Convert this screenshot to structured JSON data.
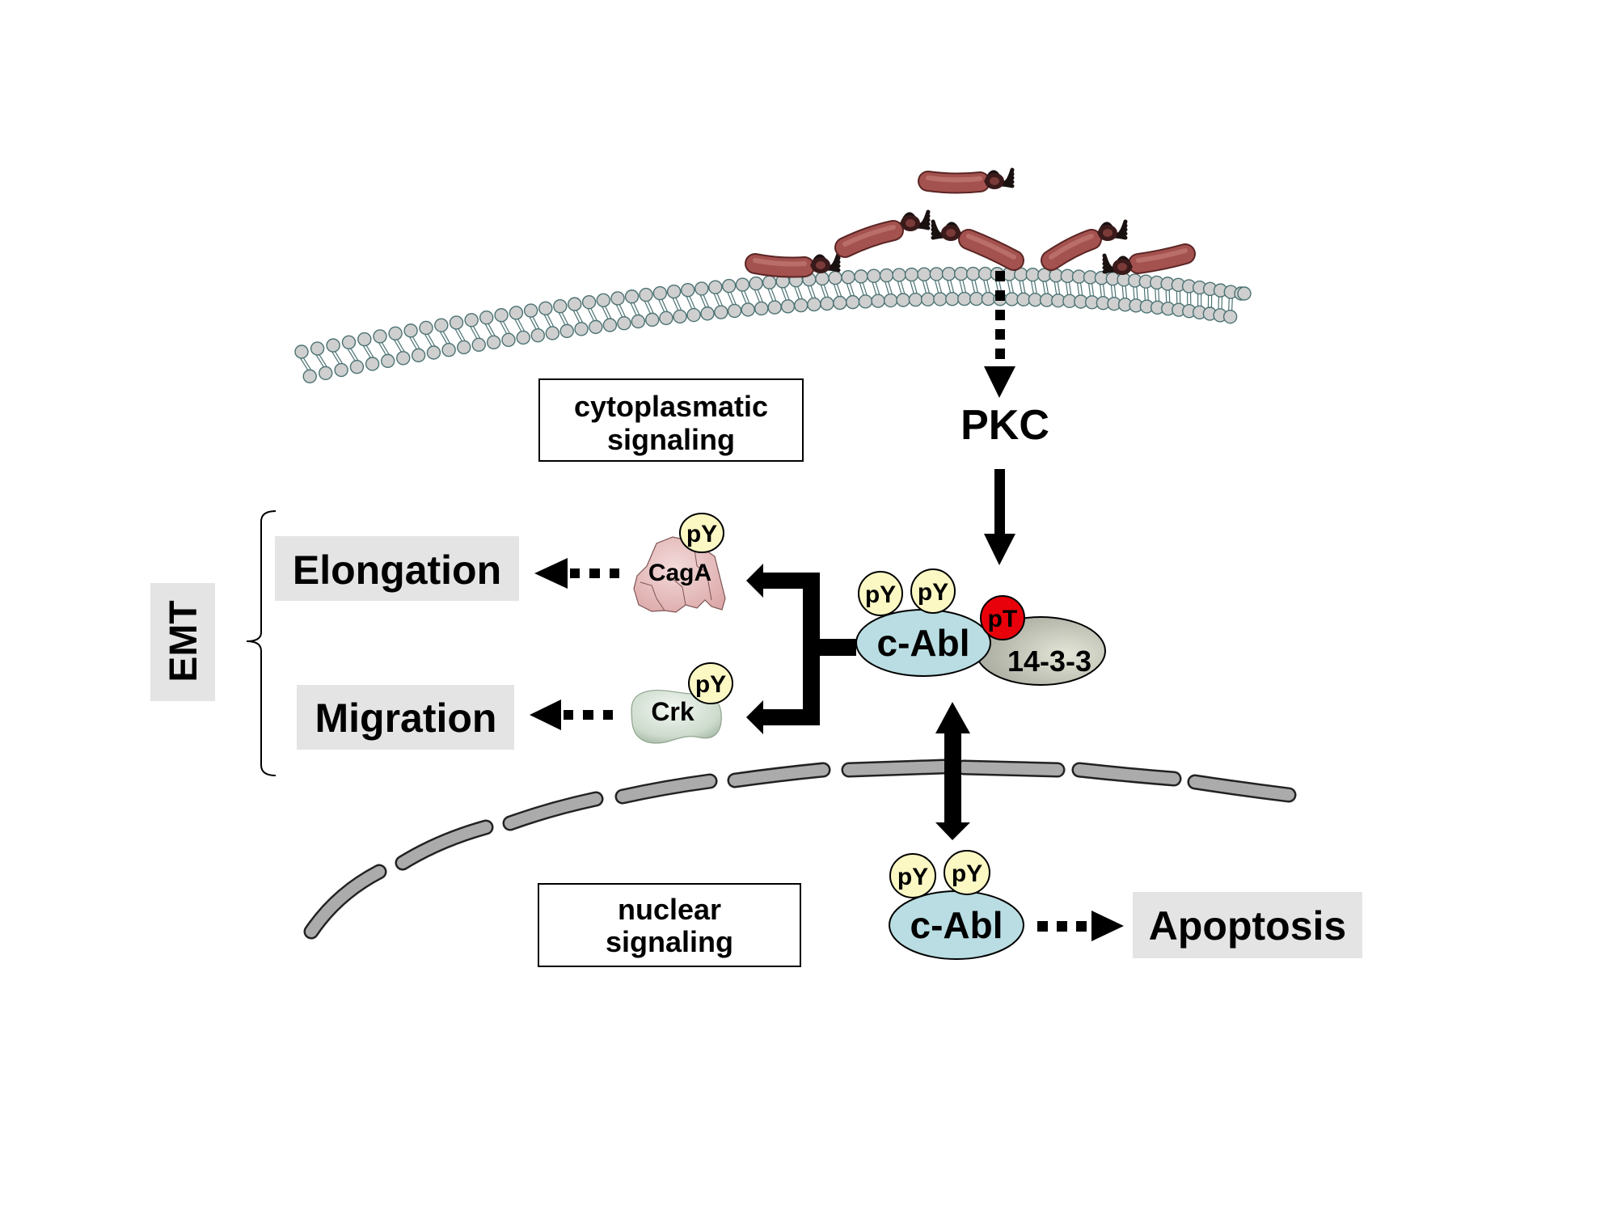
{
  "figure": {
    "title": "H. pylori CagA / c-Abl signaling diagram",
    "regions": {
      "cytoplasm_label_line1": "cytoplasmatic",
      "cytoplasm_label_line2": "signaling",
      "nucleus_label_line1": "nuclear",
      "nucleus_label_line2": "signaling"
    },
    "kinase_upstream": "PKC",
    "complex": {
      "kinase": "c-Abl",
      "partner": "14-3-3",
      "threonine_phospho": "pT",
      "tyrosine_phospho": [
        "pY",
        "pY"
      ]
    },
    "substrates": [
      {
        "name": "CagA",
        "phospho": "pY",
        "outcome": "Elongation",
        "color": "#e8bcbc"
      },
      {
        "name": "Crk",
        "phospho": "pY",
        "outcome": "Migration",
        "color": "#cfdccf"
      }
    ],
    "emt_group_label": "EMT",
    "nuclear": {
      "kinase": "c-Abl",
      "tyrosine_phospho": [
        "pY",
        "pY"
      ],
      "outcome": "Apoptosis"
    },
    "colors": {
      "c_abl": "#b9dde2",
      "partner_14_3_3": "#c6c8bd",
      "phospho_tyrosine": "#fcf8c4",
      "phospho_threonine": "#e8000a",
      "outcome_box": "#e4e4e4",
      "bacterium": "#9b4a48",
      "membrane_head": "#cfcfcf",
      "envelope": "#ababab"
    }
  }
}
